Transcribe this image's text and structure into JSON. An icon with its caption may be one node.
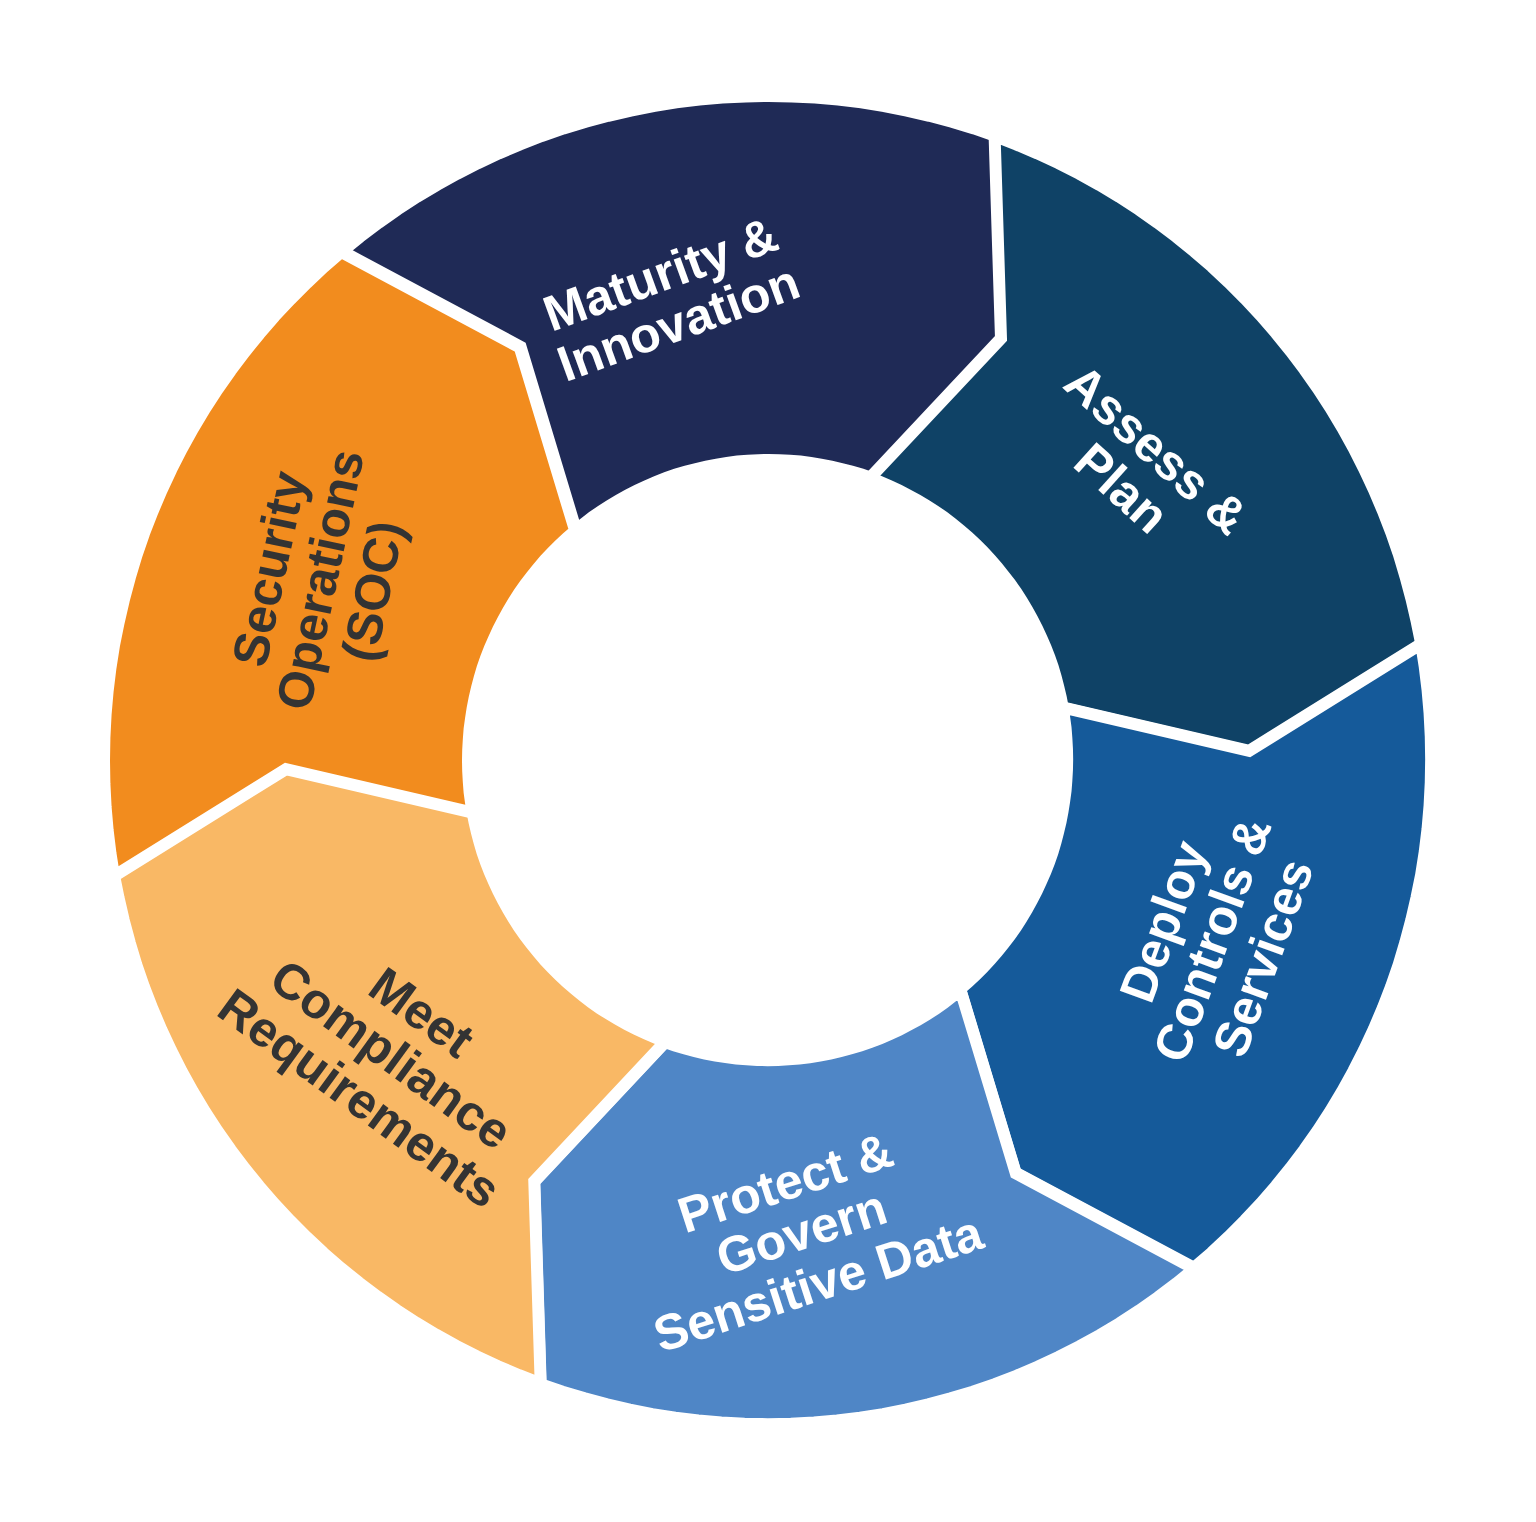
{
  "diagram": {
    "nodes": [
      {
        "text": [
          "Maturity & Innovation"
        ]
      },
      {
        "text": [
          "Assess & Plan"
        ]
      },
      {
        "text": [
          "Deploy Controls & Services"
        ]
      },
      {
        "text": [
          "Protect & Govern Sensitive Data"
        ]
      },
      {
        "text": [
          "Meet Compliance Requirements"
        ]
      },
      {
        "text": [
          "Security Operations (SOC)"
        ]
      }
    ]
  }
}
